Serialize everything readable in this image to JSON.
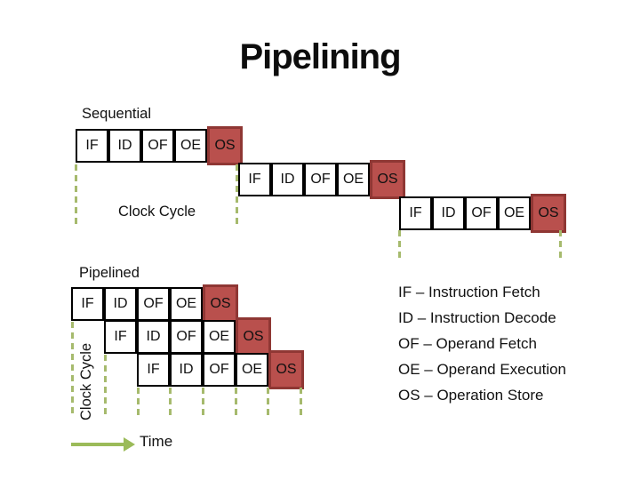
{
  "title": "Pipelining",
  "highlighted_stage": "OS",
  "colors": {
    "stage_highlight_fill": "#b9504d",
    "stage_highlight_border": "#8f3734",
    "timeline_green": "#9bbb59",
    "dash_olive": "#a6ba6d"
  },
  "sequential": {
    "label": "Sequential",
    "clock_cycle_label": "Clock Cycle",
    "instruction_rows": [
      [
        "IF",
        "ID",
        "OF",
        "OE",
        "OS"
      ],
      [
        "IF",
        "ID",
        "OF",
        "OE",
        "OS"
      ],
      [
        "IF",
        "ID",
        "OF",
        "OE",
        "OS"
      ]
    ]
  },
  "pipelined": {
    "label": "Pipelined",
    "clock_cycle_label": "Clock Cycle",
    "time_label": "Time",
    "instruction_rows": [
      [
        "IF",
        "ID",
        "OF",
        "OE",
        "OS"
      ],
      [
        "IF",
        "ID",
        "OF",
        "OE",
        "OS"
      ],
      [
        "IF",
        "ID",
        "OF",
        "OE",
        "OS"
      ]
    ]
  },
  "legend": {
    "items": [
      "IF – Instruction Fetch",
      "ID – Instruction Decode",
      "OF – Operand Fetch",
      "OE – Operand Execution",
      "OS – Operation Store"
    ]
  }
}
